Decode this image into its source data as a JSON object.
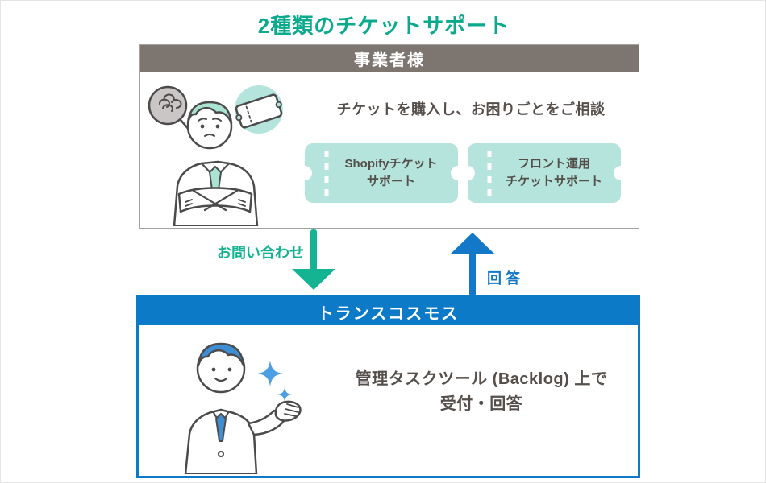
{
  "title": "2種類のチケットサポート",
  "colors": {
    "title_green": "#0caa8d",
    "merchant_header_bg": "#7d7570",
    "company_blue": "#0d7ac7",
    "arrow_green": "#14b392",
    "arrow_blue": "#1478c8",
    "ticket_mint": "#b5e4dc",
    "text_dark": "#554f4b"
  },
  "merchant_box": {
    "header": "事業者様",
    "description": "チケットを購入し、お困りごとをご相談",
    "tickets": [
      {
        "line1": "Shopifyチケット",
        "line2": "サポート"
      },
      {
        "line1": "フロント運用",
        "line2": "チケットサポート"
      }
    ]
  },
  "flow": {
    "inquiry_label": "お問い合わせ",
    "answer_label": "回 答"
  },
  "company_box": {
    "header": "トランスコスモス",
    "description_line1": "管理タスクツール (Backlog) 上で",
    "description_line2": "受付・回答"
  },
  "icons": {
    "confused_bubble": "speech-bubble-with-scribble",
    "ticket_badge": "ticket-in-circle",
    "inquiry_arrow": "arrow-down",
    "answer_arrow": "arrow-up",
    "sparkle": "four-point-star"
  }
}
